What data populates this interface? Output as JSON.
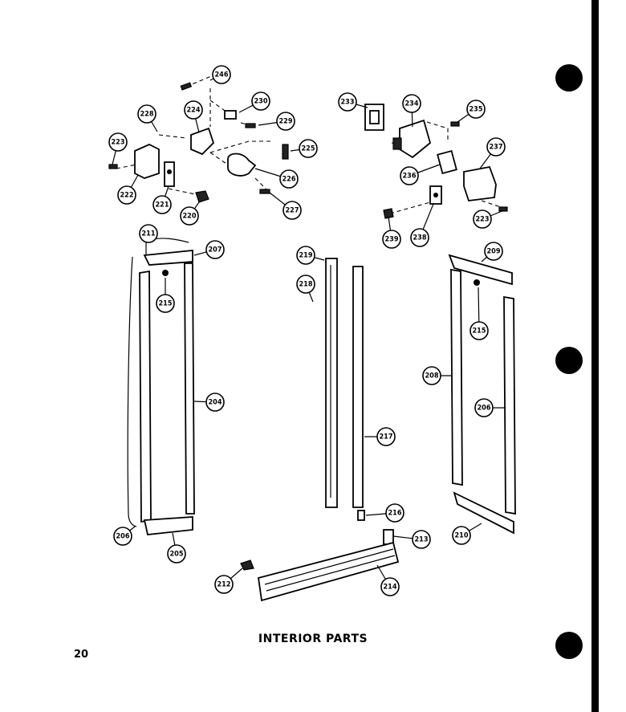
{
  "caption": "INTERIOR PARTS",
  "page_number": "20",
  "callouts": [
    "246",
    "230",
    "229",
    "228",
    "224",
    "225",
    "223",
    "222",
    "221",
    "220",
    "226",
    "227",
    "233",
    "234",
    "235",
    "237",
    "236",
    "239",
    "238",
    "223",
    "211",
    "207",
    "215",
    "204",
    "205",
    "206",
    "219",
    "218",
    "217",
    "216",
    "213",
    "214",
    "212",
    "209",
    "215",
    "208",
    "206",
    "210"
  ]
}
